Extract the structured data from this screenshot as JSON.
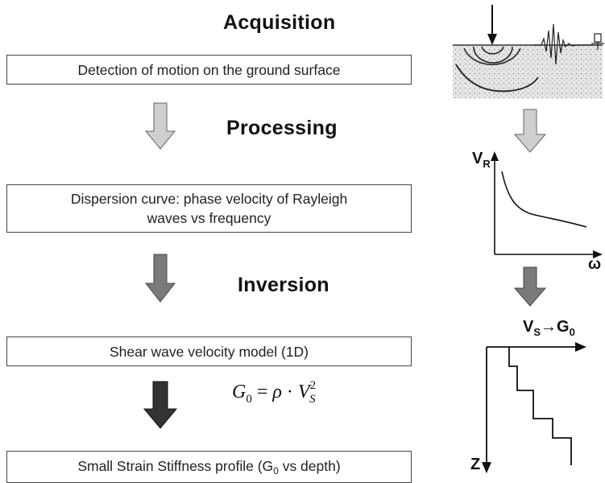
{
  "stages": {
    "acquisition": "Acquisition",
    "processing": "Processing",
    "inversion": "Inversion"
  },
  "steps": {
    "detection": "Detection of motion on the ground surface",
    "dispersion_line1": "Dispersion curve: phase velocity of Rayleigh",
    "dispersion_line2": "waves vs frequency",
    "shear_model": "Shear wave velocity model (1D)",
    "stiffness_pre": "Small Strain Stiffness profile  (G",
    "stiffness_sub": "0",
    "stiffness_post": " vs depth)"
  },
  "formula": {
    "lhs": "G",
    "lhs_sub": "0",
    "eq": " = ",
    "rho": "ρ",
    "dot": " · ",
    "v": "V",
    "v_sub": "S",
    "v_sup": "2"
  },
  "dispersion_plot": {
    "y_label": "V",
    "y_label_sub": "R",
    "x_label": "ω"
  },
  "profile_plot": {
    "title_v": "V",
    "title_v_sub": "S",
    "title_arrow": "→",
    "title_g": "G",
    "title_g_sub": "0",
    "y_label": "Z"
  },
  "colors": {
    "arrow_light": "#c8c8c8",
    "arrow_mid": "#7a7a7a",
    "arrow_dark": "#333333",
    "box_border": "#444444"
  }
}
